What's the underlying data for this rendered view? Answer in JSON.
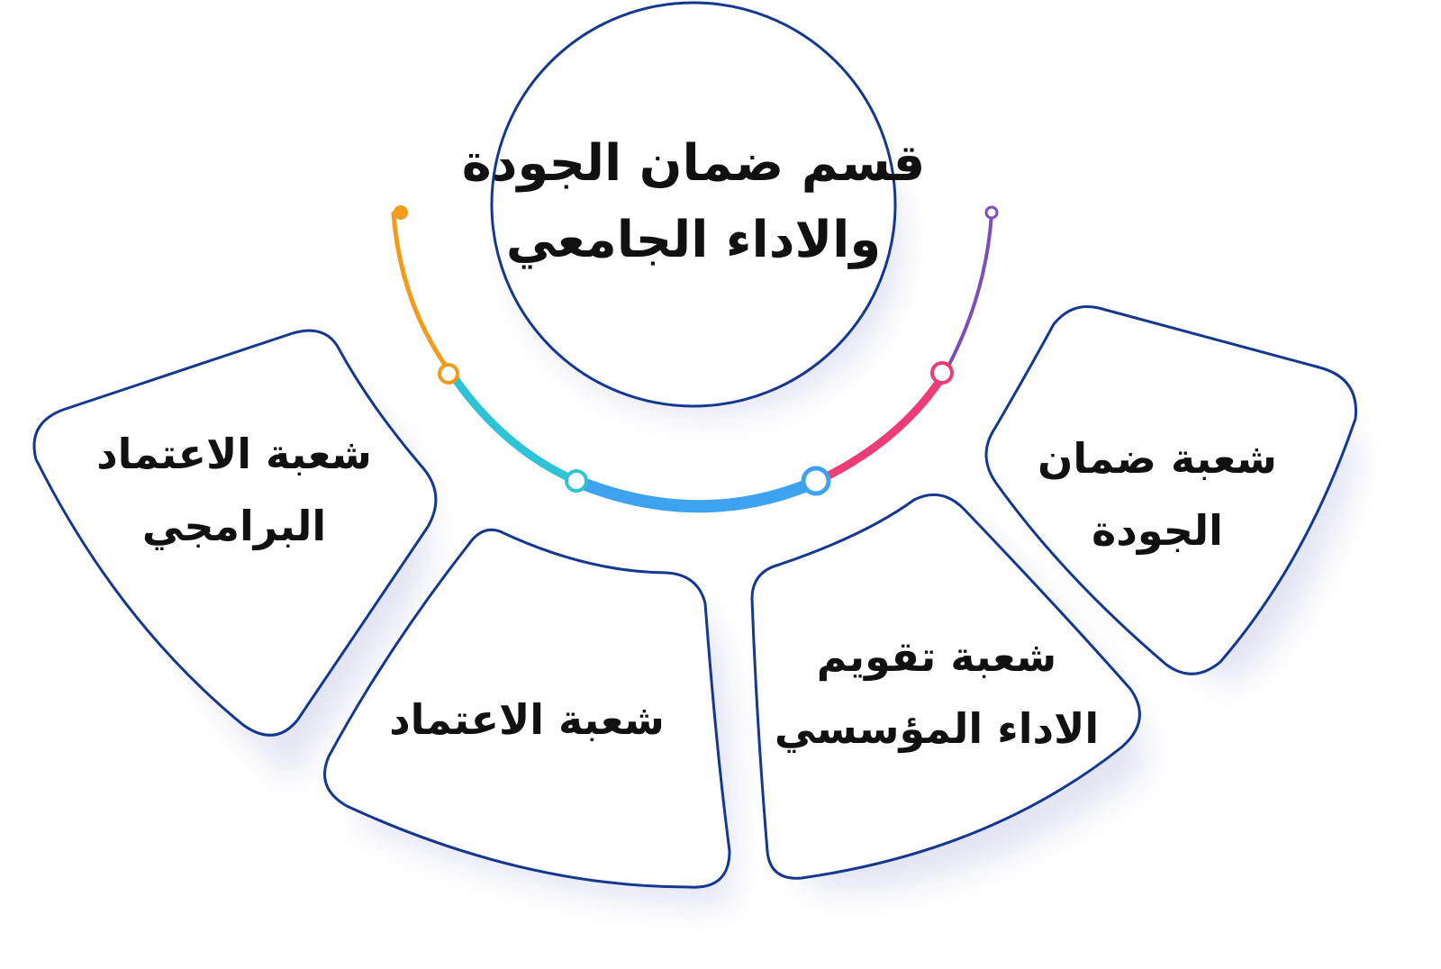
{
  "center": {
    "line1": "قسم  ضمان الجودة",
    "line2": "والاداء الجامعي"
  },
  "branches": [
    {
      "id": "programmatic-accreditation",
      "line1": "شعبة الاعتماد",
      "line2": "البرامجي",
      "color": "#f39a1b"
    },
    {
      "id": "accreditation",
      "line1": "شعبة الاعتماد",
      "line2": "",
      "color": "#2ec4d6"
    },
    {
      "id": "institutional-performance",
      "line1": "شعبة تقويم",
      "line2": "الاداء المؤسسي",
      "color": "#3ea3ee"
    },
    {
      "id": "quality-assurance",
      "line1": "شعبة ضمان",
      "line2": "الجودة",
      "color": "#ec3d77"
    }
  ],
  "colors": {
    "outline": "#15388f",
    "arc_orange": "#f39a1b",
    "arc_cyan": "#2ec4d6",
    "arc_blue": "#3ea3ee",
    "arc_pink": "#ec3d77",
    "arc_purple": "#7c4dbb",
    "shadow": "#c9cde8"
  }
}
